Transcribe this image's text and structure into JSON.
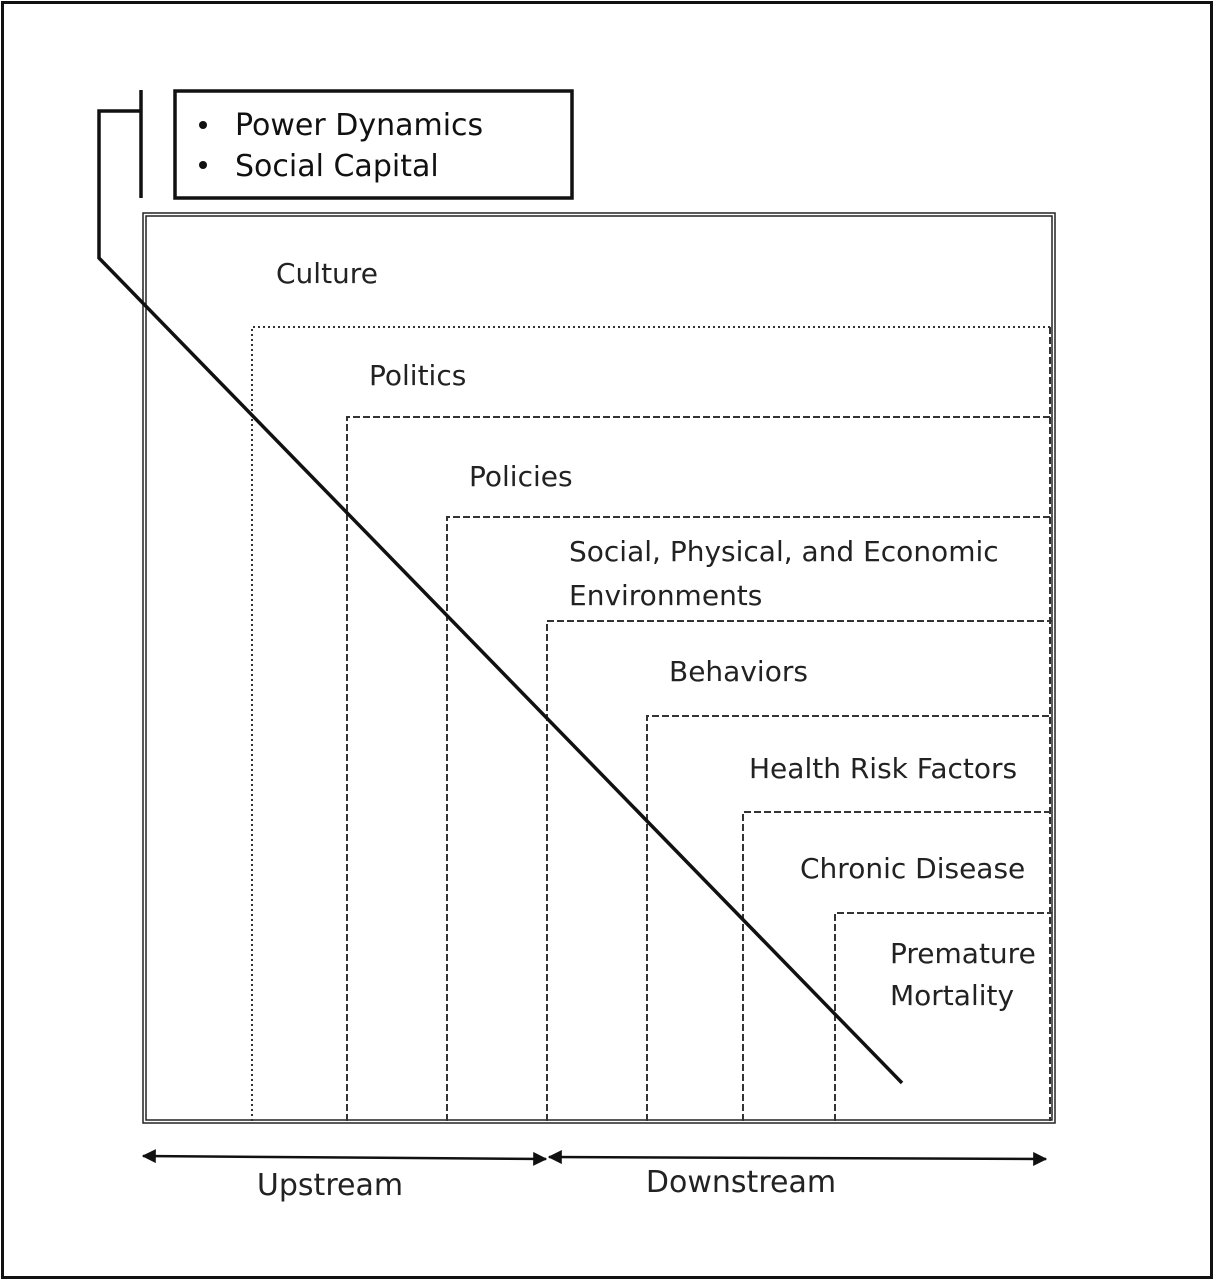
{
  "factors_box": {
    "items": [
      "Power Dynamics",
      "Social Capital"
    ]
  },
  "layers": [
    {
      "label": [
        "Culture"
      ]
    },
    {
      "label": [
        "Politics"
      ]
    },
    {
      "label": [
        "Policies"
      ]
    },
    {
      "label": [
        "Social, Physical, and Economic",
        "Environments"
      ]
    },
    {
      "label": [
        "Behaviors"
      ]
    },
    {
      "label": [
        "Health Risk Factors"
      ]
    },
    {
      "label": [
        "Chronic Disease"
      ]
    },
    {
      "label": [
        "Premature",
        "Mortality"
      ]
    }
  ],
  "axis": {
    "upstream": "Upstream",
    "downstream": "Downstream"
  },
  "colors": {
    "line": "#111111",
    "text": "#222222"
  }
}
